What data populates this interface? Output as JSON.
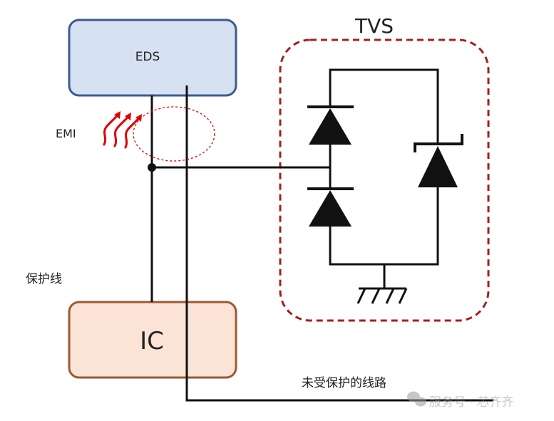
{
  "eds": {
    "label": "EDS",
    "fill": "#d6e1f1",
    "stroke": "#3d5a91"
  },
  "ic": {
    "label": "IC",
    "fill": "#fbe4d6",
    "stroke": "#9a5a32"
  },
  "tvs": {
    "label": "TVS",
    "border_color": "#a31f24"
  },
  "emi": {
    "label": "EMI",
    "arrow_color": "#e00000",
    "loop_color": "#e00000"
  },
  "labels": {
    "protected_line": "保护线",
    "unprotected_line": "未受保护的线路"
  },
  "watermark": {
    "text": "服务号 · 芯齐齐",
    "icon": "wechat-icon"
  },
  "wire_color": "#111111"
}
